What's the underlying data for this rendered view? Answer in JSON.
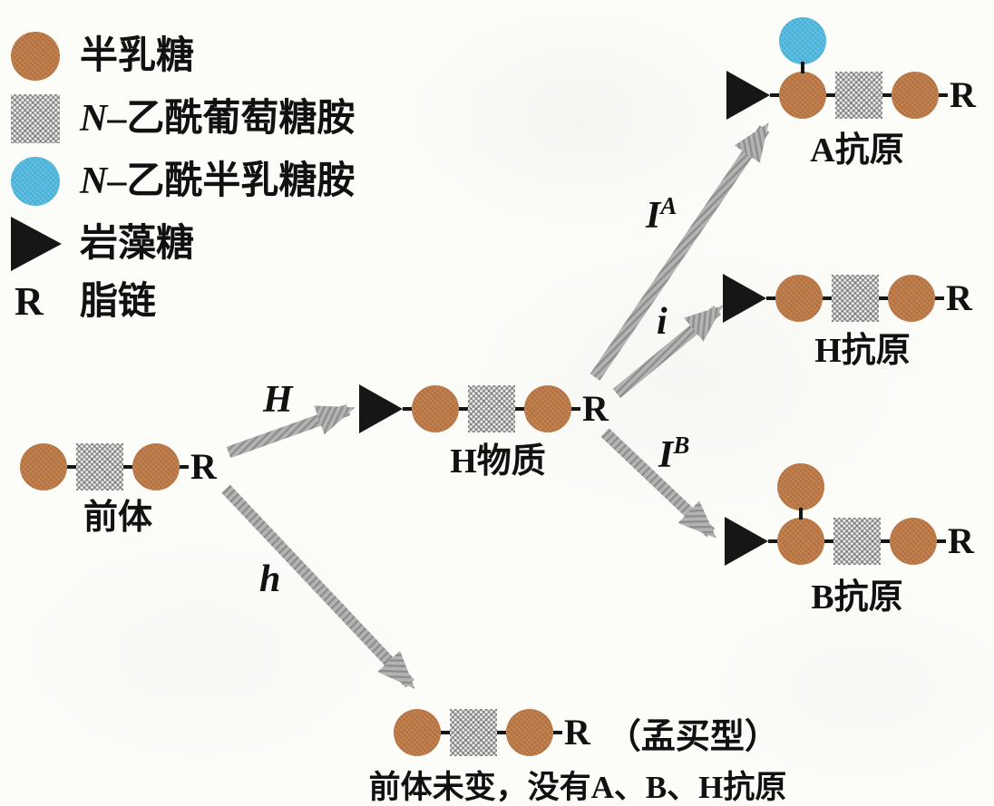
{
  "legend": {
    "galactose": {
      "label": "半乳糖"
    },
    "n_acetylglucosamine": {
      "em": "N",
      "label": "–乙酰葡萄糖胺"
    },
    "n_acetylgalactosamine": {
      "em": "N",
      "label": "–乙酰半乳糖胺"
    },
    "fucose": {
      "label": "岩藻糖"
    },
    "lipid_chain": {
      "symbol": "R",
      "label": "脂链"
    }
  },
  "nodes": {
    "precursor": {
      "name": "前体",
      "r": "R"
    },
    "h_substance": {
      "name": "H物质",
      "r": "R"
    },
    "a_antigen": {
      "name": "A抗原",
      "r": "R"
    },
    "h_antigen": {
      "name": "H抗原",
      "r": "R"
    },
    "b_antigen": {
      "name": "B抗原",
      "r": "R"
    },
    "bombay": {
      "note": "（孟买型）",
      "caption": "前体未变，没有A、B、H抗原",
      "r": "R"
    }
  },
  "arrows": {
    "H": {
      "label": "H"
    },
    "h": {
      "label": "h"
    },
    "IA": {
      "base": "I",
      "sup": "A"
    },
    "i": {
      "label": "i"
    },
    "IB": {
      "base": "I",
      "sup": "B"
    }
  },
  "colors": {
    "galactose": "#c68452",
    "n_acetylgalactosamine": "#5fc4e8",
    "n_acetylglucosamine": "#d9d9d9",
    "fucose": "#161616",
    "arrow": "#a9a9a9",
    "paper": "#fcfcf9"
  }
}
